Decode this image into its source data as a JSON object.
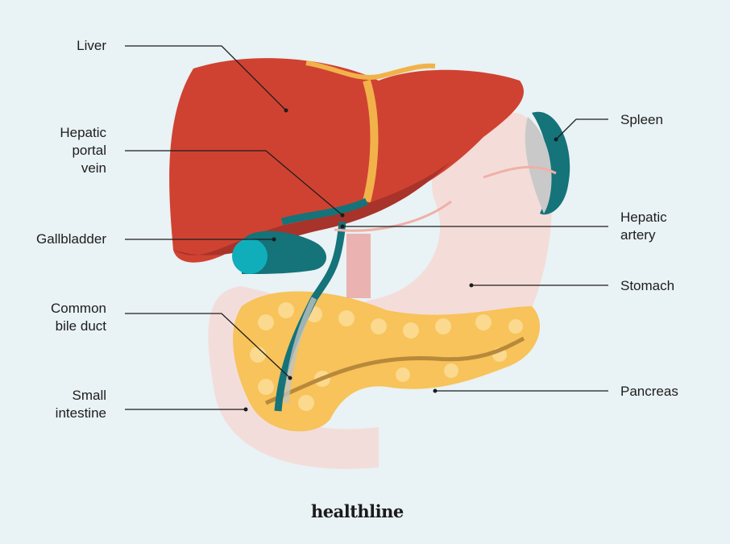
{
  "labels": {
    "liver": "Liver",
    "hepatic_portal_vein": "Hepatic\nportal\nvein",
    "gallbladder": "Gallbladder",
    "common_bile_duct": "Common\nbile duct",
    "small_intestine": "Small\nintestine",
    "spleen": "Spleen",
    "hepatic_artery": "Hepatic\nartery",
    "stomach": "Stomach",
    "pancreas": "Pancreas"
  },
  "logo": "healthline",
  "colors": {
    "background": "#e9f2f4",
    "liver": "#cf4232",
    "teal": "#15737a",
    "pancreas": "#f7c35a",
    "stomach": "#f5d9d6"
  }
}
